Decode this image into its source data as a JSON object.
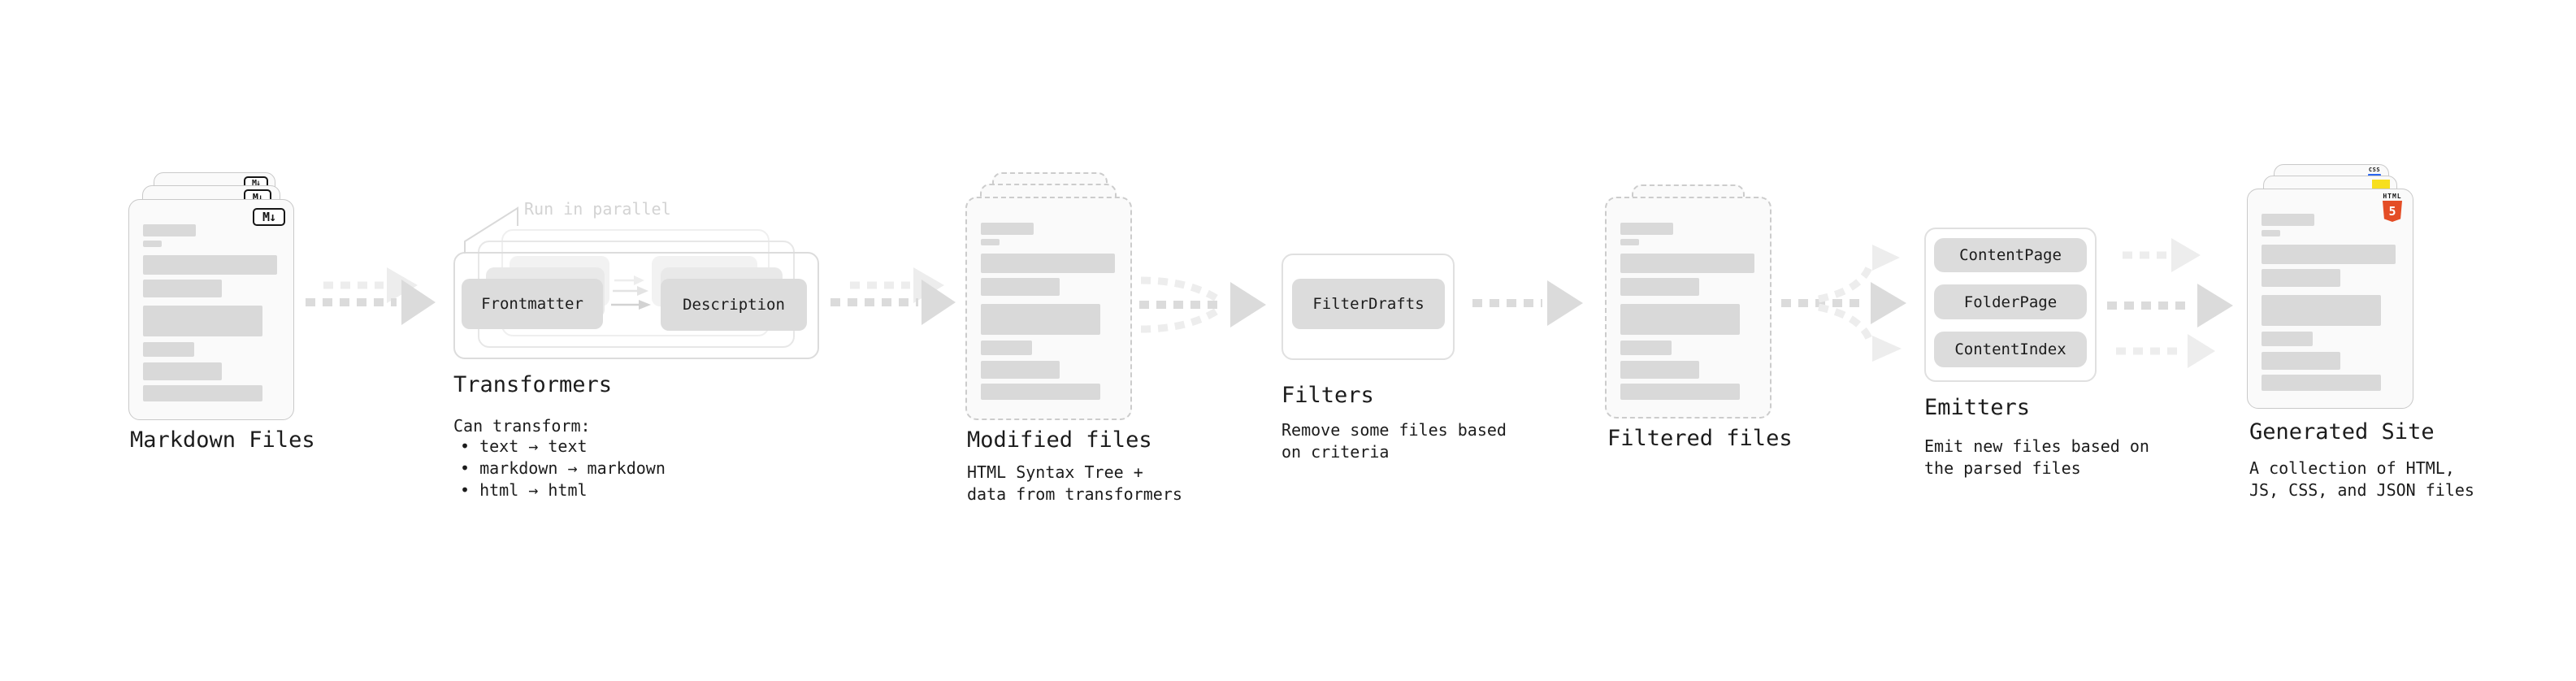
{
  "colors": {
    "text": "#1c1c1c",
    "annotation": "#d3d3d3",
    "pill_bg": "#dcdcdc",
    "pill_ghost1": "#e9e9e9",
    "pill_ghost2": "#f2f2f2",
    "bar": "#d9d9d9",
    "doc_bg": "#fafafa",
    "doc_border": "#c9c9c9",
    "card_border": "#dcdcdc",
    "arrow_dark": "#dbdbdb",
    "arrow_light": "#ededed",
    "html5_orange": "#e44d26",
    "js_yellow": "#f7df1e",
    "css_blue": "#2965f1"
  },
  "sections": {
    "markdown": {
      "title": "Markdown Files",
      "icon": "M↓"
    },
    "transformers": {
      "annotation": "Run in parallel",
      "pills": [
        "Frontmatter",
        "Description"
      ],
      "title": "Transformers",
      "note": "Can transform:",
      "bullets": [
        "text → text",
        "markdown → markdown",
        "html → html"
      ]
    },
    "modified": {
      "title": "Modified files",
      "subtitle": "HTML Syntax Tree +\ndata from transformers"
    },
    "filters": {
      "pill": "FilterDrafts",
      "title": "Filters",
      "subtitle": "Remove some files based\non criteria"
    },
    "filtered": {
      "title": "Filtered files"
    },
    "emitters": {
      "pills": [
        "ContentPage",
        "FolderPage",
        "ContentIndex"
      ],
      "title": "Emitters",
      "subtitle": "Emit new files based on\nthe parsed files"
    },
    "generated": {
      "title": "Generated Site",
      "subtitle": "A collection of HTML,\nJS, CSS, and JSON files",
      "badges": {
        "html_wordmark": "HTML",
        "html_numeral": "5",
        "css": "CSS"
      }
    }
  }
}
